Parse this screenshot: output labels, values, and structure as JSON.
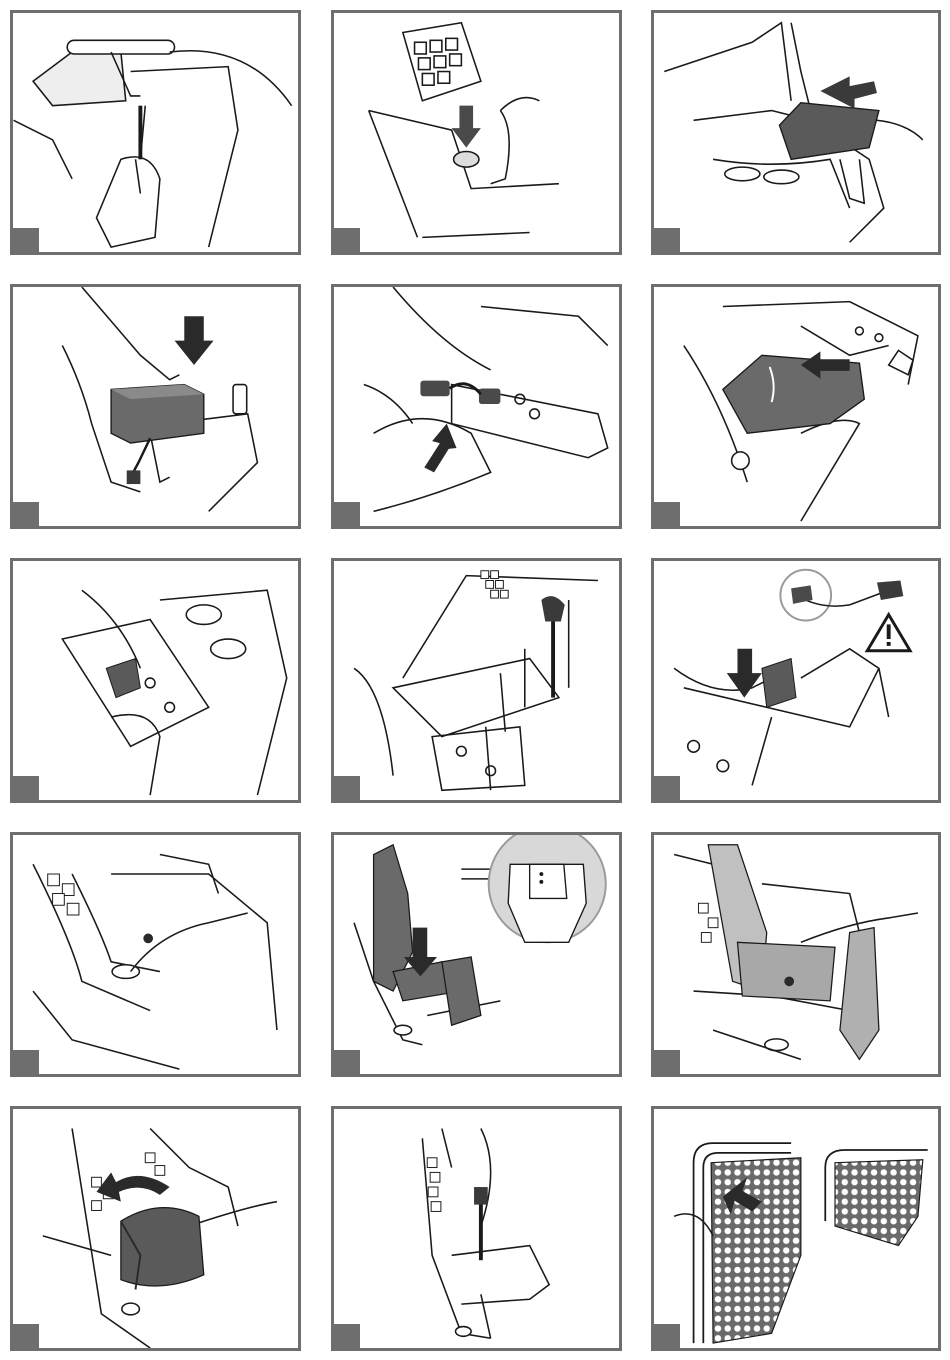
{
  "panels": [
    {
      "id": 1,
      "illustration": "screwdriver-under-handle"
    },
    {
      "id": 2,
      "illustration": "knob-press-down"
    },
    {
      "id": 3,
      "illustration": "slide-plate-out"
    },
    {
      "id": 4,
      "illustration": "battery-lift"
    },
    {
      "id": 5,
      "illustration": "plate-with-connector"
    },
    {
      "id": 6,
      "illustration": "tray-insert"
    },
    {
      "id": 7,
      "illustration": "connector-clip"
    },
    {
      "id": 8,
      "illustration": "plate-screws"
    },
    {
      "id": 9,
      "illustration": "plug-cable-warning"
    },
    {
      "id": 10,
      "illustration": "tighten-knob"
    },
    {
      "id": 11,
      "illustration": "seat-install-detail"
    },
    {
      "id": 12,
      "illustration": "seat-screw"
    },
    {
      "id": 13,
      "illustration": "seat-cushion-flip"
    },
    {
      "id": 14,
      "illustration": "seat-screwdriver"
    },
    {
      "id": 15,
      "illustration": "mesh-side-panel"
    }
  ],
  "colors": {
    "frame": "#6e6e6e",
    "ink": "#1a1a1a",
    "shade": "#7a7a7a",
    "light": "#c8c8c8"
  },
  "icons": {
    "warning": "warning-triangle-icon",
    "arrow": "arrow-icon"
  }
}
